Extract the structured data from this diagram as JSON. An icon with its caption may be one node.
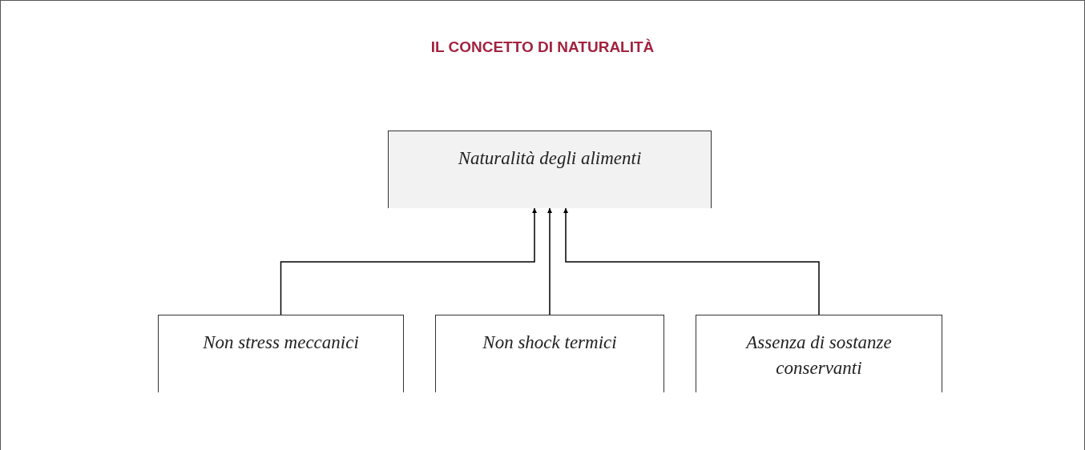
{
  "diagram": {
    "title": "IL CONCETTO DI NATURALITÀ",
    "nodes": [
      {
        "text": [
          "Naturalità degli alimenti"
        ]
      },
      {
        "text": [
          "Non stress meccanici"
        ]
      },
      {
        "text": [
          "Non shock termici"
        ]
      },
      {
        "text": [
          "Assenza di sostanze conservanti"
        ]
      }
    ],
    "edges": [
      {
        "from": 1,
        "to": 0,
        "arrow": "to"
      },
      {
        "from": 2,
        "to": 0,
        "arrow": "to"
      },
      {
        "from": 3,
        "to": 0,
        "arrow": "to"
      }
    ]
  }
}
